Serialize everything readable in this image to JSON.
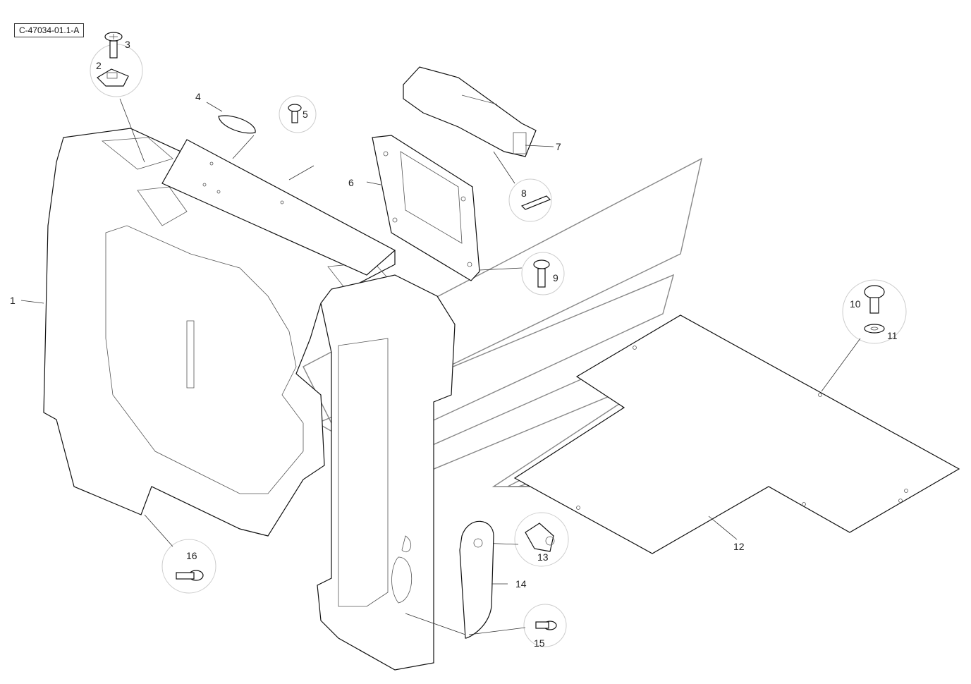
{
  "diagram": {
    "reference_code": "C-47034-01.1-A",
    "callouts": [
      {
        "id": "1",
        "label": "1"
      },
      {
        "id": "2",
        "label": "2"
      },
      {
        "id": "3",
        "label": "3"
      },
      {
        "id": "4",
        "label": "4"
      },
      {
        "id": "5",
        "label": "5"
      },
      {
        "id": "6",
        "label": "6"
      },
      {
        "id": "7",
        "label": "7"
      },
      {
        "id": "8",
        "label": "8"
      },
      {
        "id": "9",
        "label": "9"
      },
      {
        "id": "10",
        "label": "10"
      },
      {
        "id": "11",
        "label": "11"
      },
      {
        "id": "12",
        "label": "12"
      },
      {
        "id": "13",
        "label": "13"
      },
      {
        "id": "14",
        "label": "14"
      },
      {
        "id": "15",
        "label": "15"
      },
      {
        "id": "16",
        "label": "16"
      }
    ]
  }
}
